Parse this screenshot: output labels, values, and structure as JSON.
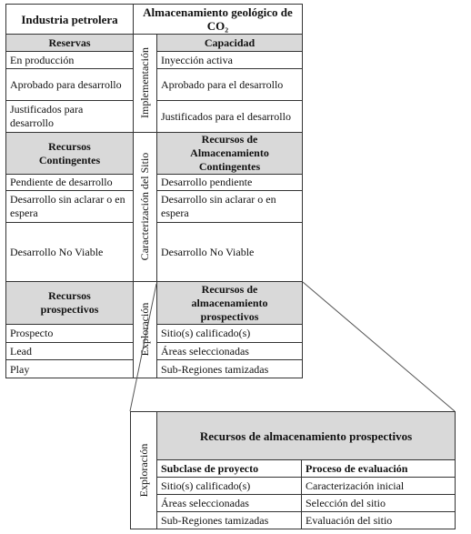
{
  "oil_column": {
    "title": "Industria petrolera",
    "reserves_header": "Reservas",
    "reserves": [
      "En producción",
      "Aprobado para desarrollo",
      "Justificados para desarrollo"
    ],
    "contingent_header": "Recursos Contingentes",
    "contingent": [
      "Pendiente de desarrollo",
      "Desarrollo sin aclarar o en espera",
      "Desarrollo No Viable"
    ],
    "prospective_header": "Recursos prospectivos",
    "prospective": [
      "Prospecto",
      "Lead",
      "Play"
    ]
  },
  "co2_column": {
    "title": "Almacenamiento geológico de CO₂",
    "capacity_header": "Capacidad",
    "capacity": [
      "Inyección activa",
      "Aprobado para el desarrollo",
      "Justificados para el desarrollo"
    ],
    "contingent_header": "Recursos de Almacenamiento Contingentes",
    "contingent": [
      "Desarrollo pendiente",
      "Desarrollo sin aclarar o en espera",
      "Desarrollo No Viable"
    ],
    "prospective_header": "Recursos de almacenamiento prospectivos",
    "prospective": [
      "Sitio(s) calificado(s)",
      "Áreas seleccionadas",
      "Sub-Regiones tamizadas"
    ]
  },
  "phases": {
    "implementation": "Implementación",
    "site_characterization": "Caracterización del Sitio",
    "exploration": "Exploración"
  },
  "detail_table": {
    "phase_label": "Exploración",
    "title": "Recursos de almacenamiento prospectivos",
    "col_subclass": "Subclase de proyecto",
    "col_process": "Proceso de evaluación",
    "rows": [
      {
        "subclass": "Sitio(s) calificado(s)",
        "process": "Caracterización inicial"
      },
      {
        "subclass": "Áreas seleccionadas",
        "process": "Selección del sitio"
      },
      {
        "subclass": "Sub-Regiones tamizadas",
        "process": "Evaluación del sitio"
      }
    ]
  }
}
